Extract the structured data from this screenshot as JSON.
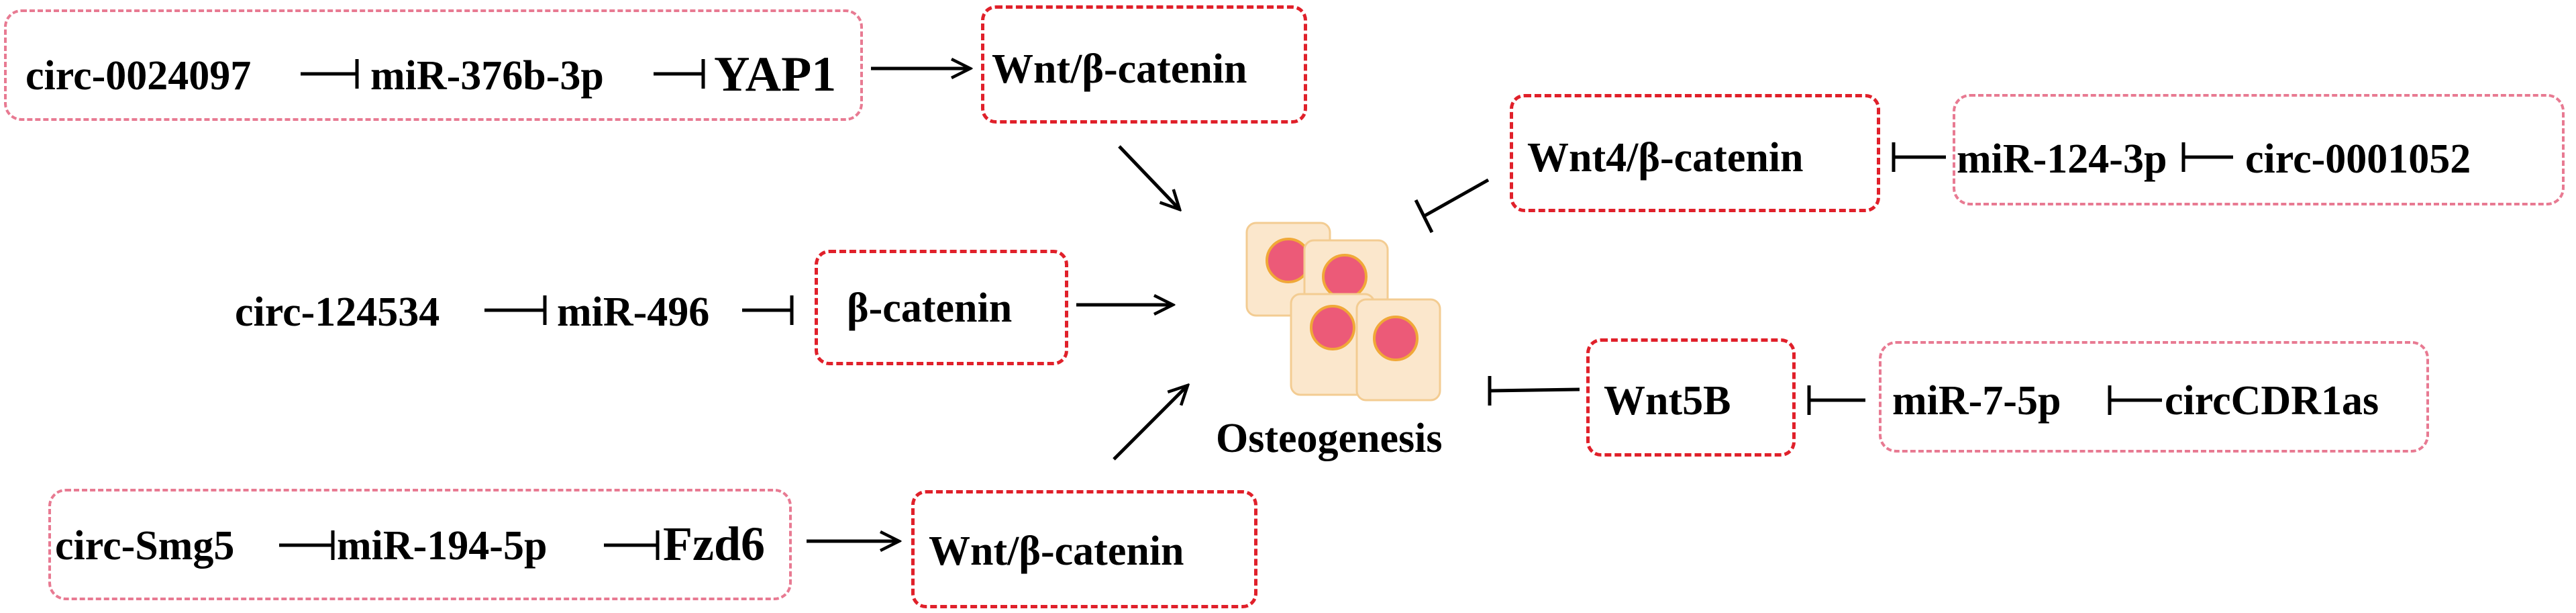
{
  "center": {
    "label": "Osteogenesis"
  },
  "top_left": {
    "circ": "circ-0024097",
    "mirna": "miR-376b-3p",
    "target": "YAP1",
    "pathway": "Wnt/β-catenin"
  },
  "middle_left": {
    "circ": "circ-124534",
    "mirna": "miR-496",
    "pathway": "β-catenin"
  },
  "bottom_left": {
    "circ": "circ-Smg5",
    "mirna": "miR-194-5p",
    "target": "Fzd6",
    "pathway": "Wnt/β-catenin"
  },
  "top_right": {
    "pathway": "Wnt4/β-catenin",
    "mirna": "miR-124-3p",
    "circ": "circ-0001052"
  },
  "middle_right": {
    "pathway": "Wnt5B",
    "mirna": "miR-7-5p",
    "circ": "circCDR1as"
  },
  "colors": {
    "pathway_border": "#e0202a",
    "chain_border": "#e87a92",
    "cell_fill": "#fbe7cc",
    "cell_border": "#f3cc92",
    "nucleus_fill": "#ec5a78",
    "nucleus_border": "#f0a838"
  }
}
